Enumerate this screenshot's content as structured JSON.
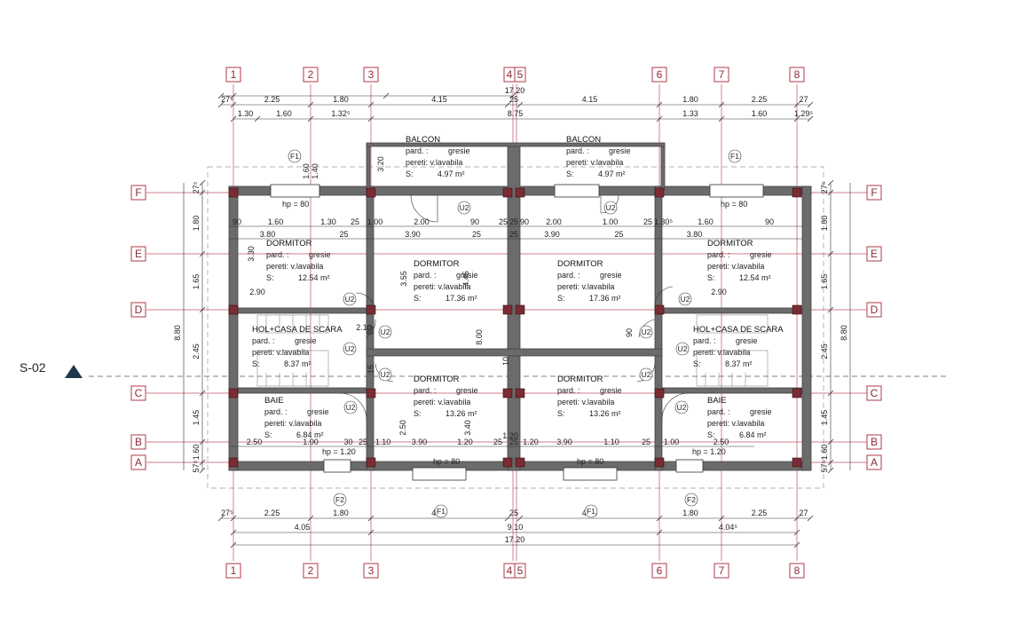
{
  "axes": {
    "columns": [
      "1",
      "2",
      "3",
      "4",
      "5",
      "6",
      "7",
      "8"
    ],
    "rows": [
      "F",
      "E",
      "D",
      "C",
      "B",
      "A"
    ]
  },
  "section_marker": "S-02",
  "dimensions": {
    "top_total": "17.20",
    "top_row1": [
      "27⁵",
      "2.25",
      "1.80",
      "4.15",
      "25",
      "4.15",
      "1.80",
      "2.25",
      "27"
    ],
    "top_row2": [
      "1.30",
      "1.60",
      "1.32⁵",
      "8.75",
      "1.33",
      "1.60",
      "1.29⁵"
    ],
    "bottom_row1": [
      "27⁵",
      "2.25",
      "1.80",
      "4.15",
      "25",
      "4.15",
      "1.80",
      "2.25",
      "27"
    ],
    "bottom_row2": [
      "4.05",
      "9.10",
      "4.04⁵"
    ],
    "bottom_total": "17.20",
    "left_side": [
      "27⁵",
      "1.80",
      "1.65",
      "2.45",
      "1.45",
      "1.60",
      "57⁵"
    ],
    "left_total": "8.80",
    "right_side": [
      "27⁵",
      "1.80",
      "1.65",
      "2.45",
      "1.45",
      "1.60",
      "57⁵"
    ],
    "right_total": "8.80",
    "interior_h1": [
      "90",
      "1.60",
      "1.30",
      "25",
      "1.00",
      "2.00",
      "90",
      "25",
      "25",
      "90",
      "2.00",
      "1.00",
      "25",
      "1.30⁵",
      "1.60",
      "90"
    ],
    "interior_h2": [
      "3.80",
      "25",
      "3.90",
      "25",
      "25",
      "3.90",
      "25",
      "3.80"
    ],
    "interior_h3": [
      "2.50",
      "1.00",
      "30",
      "25",
      "1.10",
      "3.90",
      "1.20",
      "25",
      "25",
      "1.20",
      "3.90",
      "1.10",
      "25",
      "1.00",
      "2.50"
    ],
    "mid_vertical": [
      "3.55",
      "4.45",
      "8.00",
      "3.40",
      "2.50"
    ],
    "misc": [
      "2.90",
      "2.90",
      "3.30",
      "3.20",
      "1.20",
      "1.60",
      "1.40",
      "2.10",
      "80",
      "15",
      "10",
      "90"
    ]
  },
  "rooms": [
    {
      "name": "BALCON",
      "pard": "pard. :",
      "pard_val": "gresie",
      "pereti": "pereti: v.lavabila",
      "s_label": "S:",
      "area": "4.97 m²"
    },
    {
      "name": "BALCON",
      "pard": "pard. :",
      "pard_val": "gresie",
      "pereti": "pereti: v.lavabila",
      "s_label": "S:",
      "area": "4.97 m²"
    },
    {
      "name": "DORMITOR",
      "pard": "pard. :",
      "pard_val": "gresie",
      "pereti": "pereti: v.lavabila",
      "s_label": "S:",
      "area": "12.54 m²"
    },
    {
      "name": "DORMITOR",
      "pard": "pard. :",
      "pard_val": "gresie",
      "pereti": "pereti: v.lavabila",
      "s_label": "S:",
      "area": "17.36 m²"
    },
    {
      "name": "DORMITOR",
      "pard": "pard. :",
      "pard_val": "gresie",
      "pereti": "pereti: v.lavabila",
      "s_label": "S:",
      "area": "17.36 m²"
    },
    {
      "name": "DORMITOR",
      "pard": "pard. :",
      "pard_val": "gresie",
      "pereti": "pereti: v.lavabila",
      "s_label": "S:",
      "area": "12.54 m²"
    },
    {
      "name": "HOL+CASA DE SCARA",
      "pard": "pard. :",
      "pard_val": "gresie",
      "pereti": "pereti: v.lavabila",
      "s_label": "S:",
      "area": "8.37 m²"
    },
    {
      "name": "HOL+CASA DE SCARA",
      "pard": "pard. :",
      "pard_val": "gresie",
      "pereti": "pereti: v.lavabila",
      "s_label": "S:",
      "area": "8.37 m²"
    },
    {
      "name": "DORMITOR",
      "pard": "pard. :",
      "pard_val": "gresie",
      "pereti": "pereti: v.lavabila",
      "s_label": "S:",
      "area": "13.26 m²"
    },
    {
      "name": "DORMITOR",
      "pard": "pard. :",
      "pard_val": "gresie",
      "pereti": "pereti: v.lavabila",
      "s_label": "S:",
      "area": "13.26 m²"
    },
    {
      "name": "BAIE",
      "pard": "pard. :",
      "pard_val": "gresie",
      "pereti": "pereti: v.lavabila",
      "s_label": "S:",
      "area": "6.84 m²"
    },
    {
      "name": "BAIE",
      "pard": "pard. :",
      "pard_val": "gresie",
      "pereti": "pereti: v.lavabila",
      "s_label": "S:",
      "area": "6.84 m²"
    }
  ],
  "window_tags": [
    "F1",
    "F1",
    "F1",
    "F1",
    "F2",
    "F2"
  ],
  "door_tags": [
    "U2",
    "U2",
    "U2",
    "U2",
    "U2",
    "U2",
    "U2",
    "U2",
    "U2",
    "U2",
    "U2",
    "U2"
  ],
  "hp_labels": [
    "hp = 80",
    "hp = 80",
    "hp = 1.20",
    "hp = 80",
    "hp = 80",
    "hp = 1.20"
  ]
}
